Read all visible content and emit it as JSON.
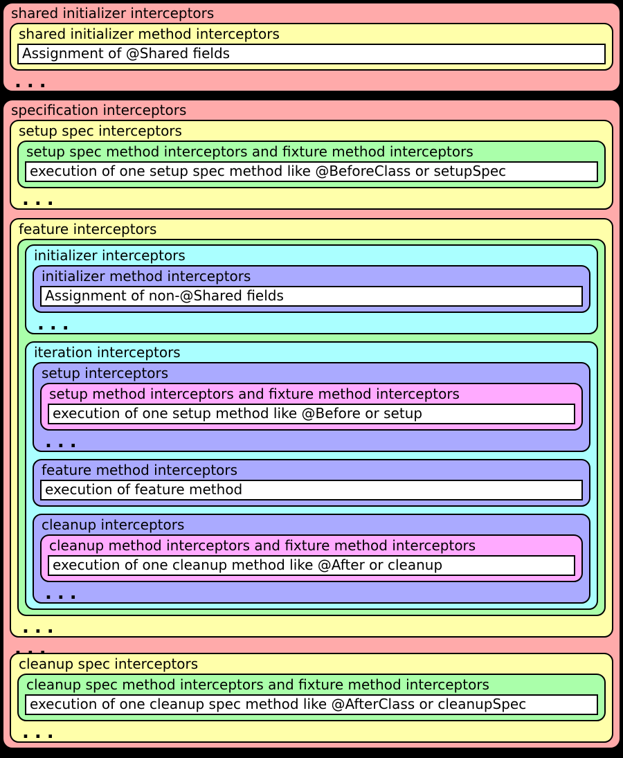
{
  "colors": {
    "background": "#000000",
    "border": "#000000",
    "text": "#000000",
    "pink": "#ffaaaa",
    "yellow": "#ffffaa",
    "green": "#aaffaa",
    "cyan": "#aaffff",
    "purple": "#aaaaff",
    "magenta": "#ffaaff",
    "white": "#ffffff"
  },
  "ellipsis": "...",
  "diagram": {
    "shared_initializer": {
      "label": "shared initializer interceptors",
      "method": {
        "label": "shared initializer method interceptors",
        "action": "Assignment of @Shared fields"
      }
    },
    "specification": {
      "label": "specification interceptors",
      "setup_spec": {
        "label": "setup spec interceptors",
        "method": {
          "label": "setup spec method interceptors and fixture method interceptors",
          "action": "execution of one setup spec method like @BeforeClass or setupSpec"
        }
      },
      "feature": {
        "label": "feature interceptors",
        "initializer": {
          "label": "initializer interceptors",
          "method": {
            "label": "initializer method interceptors",
            "action": "Assignment of non-@Shared fields"
          }
        },
        "iteration": {
          "label": "iteration interceptors",
          "setup": {
            "label": "setup interceptors",
            "method": {
              "label": "setup method interceptors and fixture method interceptors",
              "action": "execution of one setup method like @Before or setup"
            }
          },
          "feature_method": {
            "label": "feature method interceptors",
            "action": "execution of feature method"
          },
          "cleanup": {
            "label": "cleanup interceptors",
            "method": {
              "label": "cleanup method interceptors and fixture method interceptors",
              "action": "execution of one cleanup method like @After or cleanup"
            }
          }
        }
      },
      "cleanup_spec": {
        "label": "cleanup spec interceptors",
        "method": {
          "label": "cleanup spec method interceptors and fixture method interceptors",
          "action": "execution of one cleanup spec method like @AfterClass or cleanupSpec"
        }
      }
    }
  }
}
